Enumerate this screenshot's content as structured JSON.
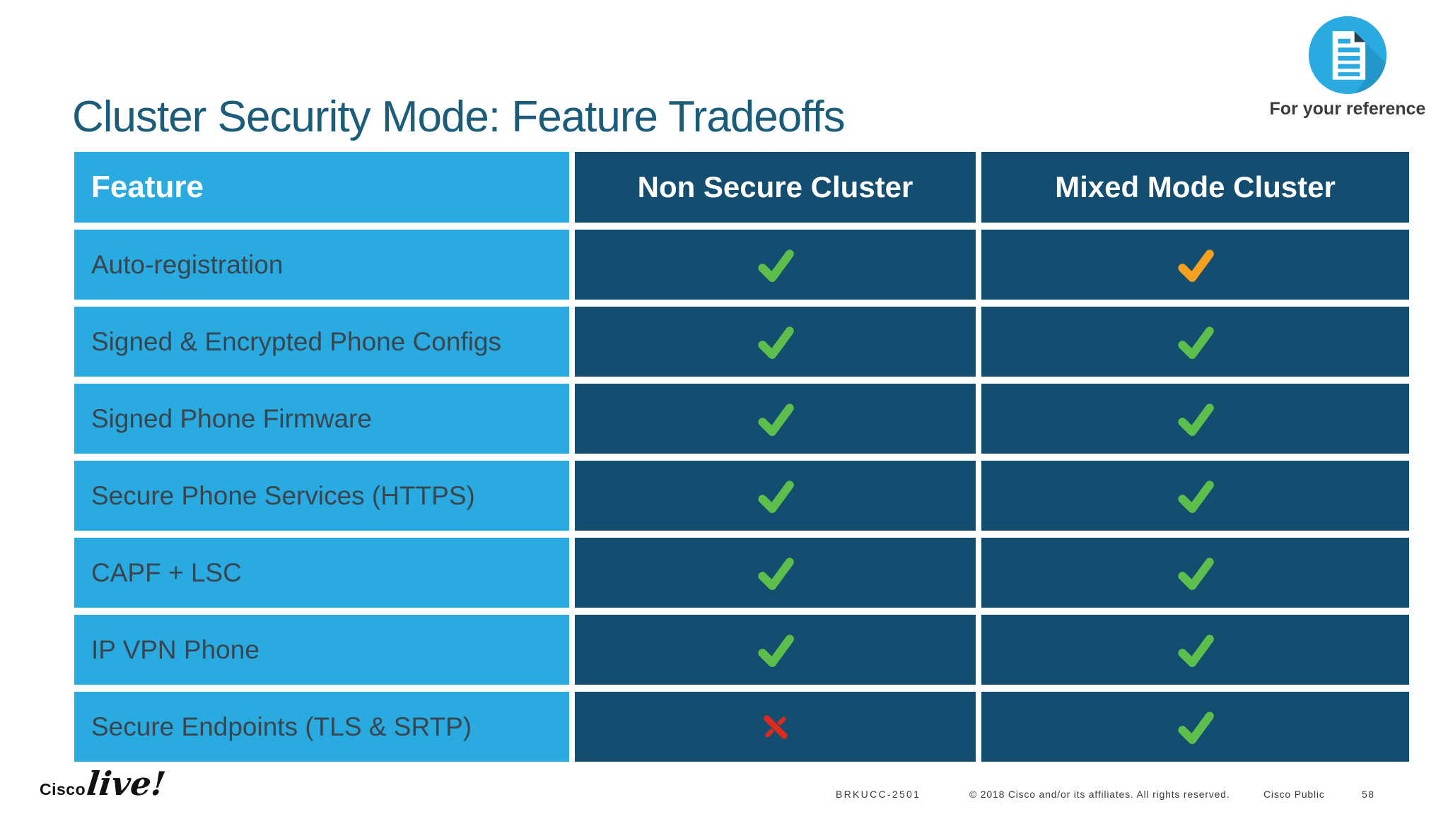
{
  "slide": {
    "title": "Cluster Security Mode: Feature Tradeoffs",
    "reference": {
      "icon": "document-icon",
      "label": "For your reference"
    },
    "footer": {
      "session_code": "BRKUCC-2501",
      "copyright": "© 2018  Cisco and/or its affiliates. All rights reserved.",
      "classification": "Cisco Public",
      "page_number": "58",
      "brand": "Cisco",
      "brand_suffix": "live!"
    }
  },
  "table": {
    "columns": [
      "Feature",
      "Non Secure Cluster",
      "Mixed Mode Cluster"
    ],
    "rows": [
      {
        "feature": "Auto-registration",
        "non_secure": "check-green",
        "mixed_mode": "check-orange"
      },
      {
        "feature": "Signed & Encrypted Phone Configs",
        "non_secure": "check-green",
        "mixed_mode": "check-green"
      },
      {
        "feature": "Signed Phone Firmware",
        "non_secure": "check-green",
        "mixed_mode": "check-green"
      },
      {
        "feature": "Secure Phone Services (HTTPS)",
        "non_secure": "check-green",
        "mixed_mode": "check-green"
      },
      {
        "feature": "CAPF + LSC",
        "non_secure": "check-green",
        "mixed_mode": "check-green"
      },
      {
        "feature": "IP VPN Phone",
        "non_secure": "check-green",
        "mixed_mode": "check-green"
      },
      {
        "feature": "Secure Endpoints (TLS & SRTP)",
        "non_secure": "cross-red",
        "mixed_mode": "check-green"
      }
    ]
  },
  "colors": {
    "cyan": "#29ABE2",
    "navy": "#134D70",
    "title": "#1B5C7B",
    "check_green": "#5CBF4B",
    "check_orange": "#F8A01E",
    "cross_red": "#DD2A1B",
    "doc_fold": "#24404E"
  }
}
